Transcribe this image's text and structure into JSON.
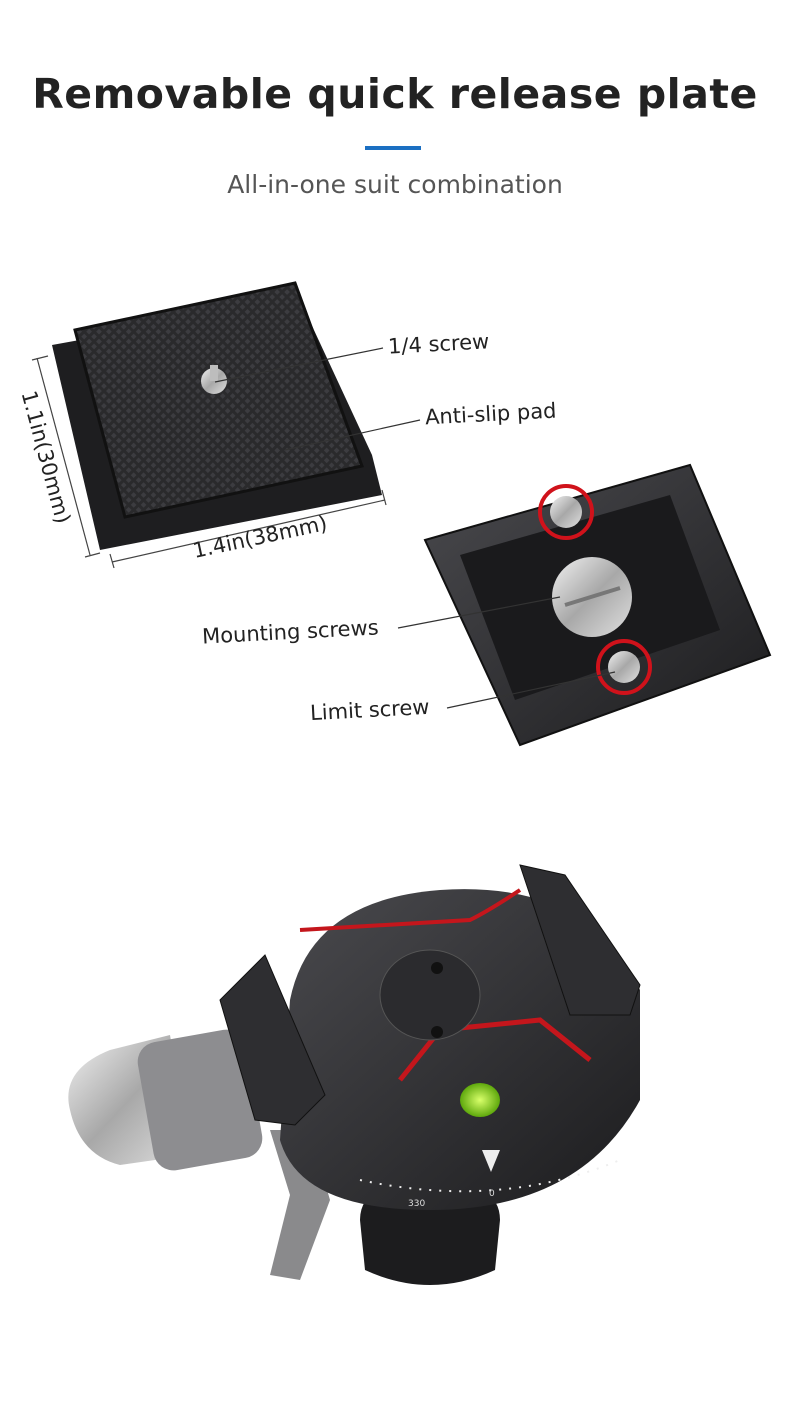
{
  "header": {
    "title": "Removable quick release plate",
    "subtitle": "All-in-one suit combination",
    "accent_color": "#1b6fc2"
  },
  "plate_diagram": {
    "labels": {
      "quarter_screw": "1/4 screw",
      "anti_slip_pad": "Anti-slip pad",
      "mounting_screws": "Mounting screws",
      "limit_screw": "Limit screw"
    },
    "dimensions": {
      "height": "1.1in(30mm)",
      "width": "1.4in(38mm)"
    },
    "highlight_color": "#d0121b"
  },
  "tripod_head": {
    "dial_marks": [
      "330",
      "0"
    ],
    "accent_color": "#c4161c",
    "bubble_level_color": "#8fd81a"
  }
}
